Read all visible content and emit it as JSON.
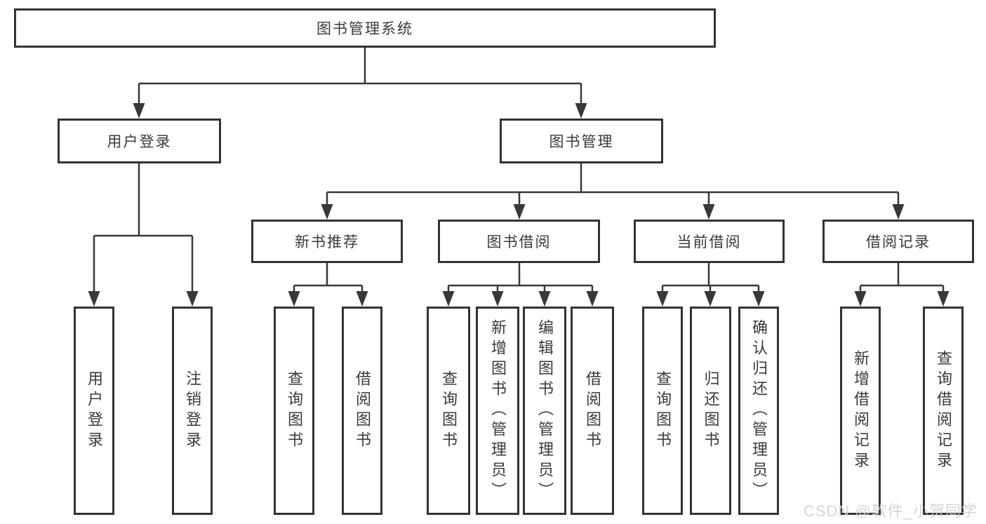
{
  "tree": {
    "label": "图书管理系统",
    "children": [
      {
        "label": "用户登录",
        "children": [
          {
            "label": "用户登录"
          },
          {
            "label": "注销登录"
          }
        ]
      },
      {
        "label": "图书管理",
        "children": [
          {
            "label": "新书推荐",
            "children": [
              {
                "label": "查询图书"
              },
              {
                "label": "借阅图书"
              }
            ]
          },
          {
            "label": "图书借阅",
            "children": [
              {
                "label": "查询图书"
              },
              {
                "label": "新增图书（管理员）"
              },
              {
                "label": "编辑图书（管理员）"
              },
              {
                "label": "借阅图书"
              }
            ]
          },
          {
            "label": "当前借阅",
            "children": [
              {
                "label": "查询图书"
              },
              {
                "label": "归还图书"
              },
              {
                "label": "确认归还（管理员）"
              }
            ]
          },
          {
            "label": "借阅记录",
            "children": [
              {
                "label": "新增借阅记录"
              },
              {
                "label": "查询借阅记录"
              }
            ]
          }
        ]
      }
    ]
  },
  "watermark": {
    "text": "CSDN @软件_小贺同学"
  },
  "colors": {
    "background": "#ffffff",
    "box_border": "#333333",
    "text": "#3a3a3a",
    "connector": "#383838",
    "watermark": "#cbd0d5"
  }
}
